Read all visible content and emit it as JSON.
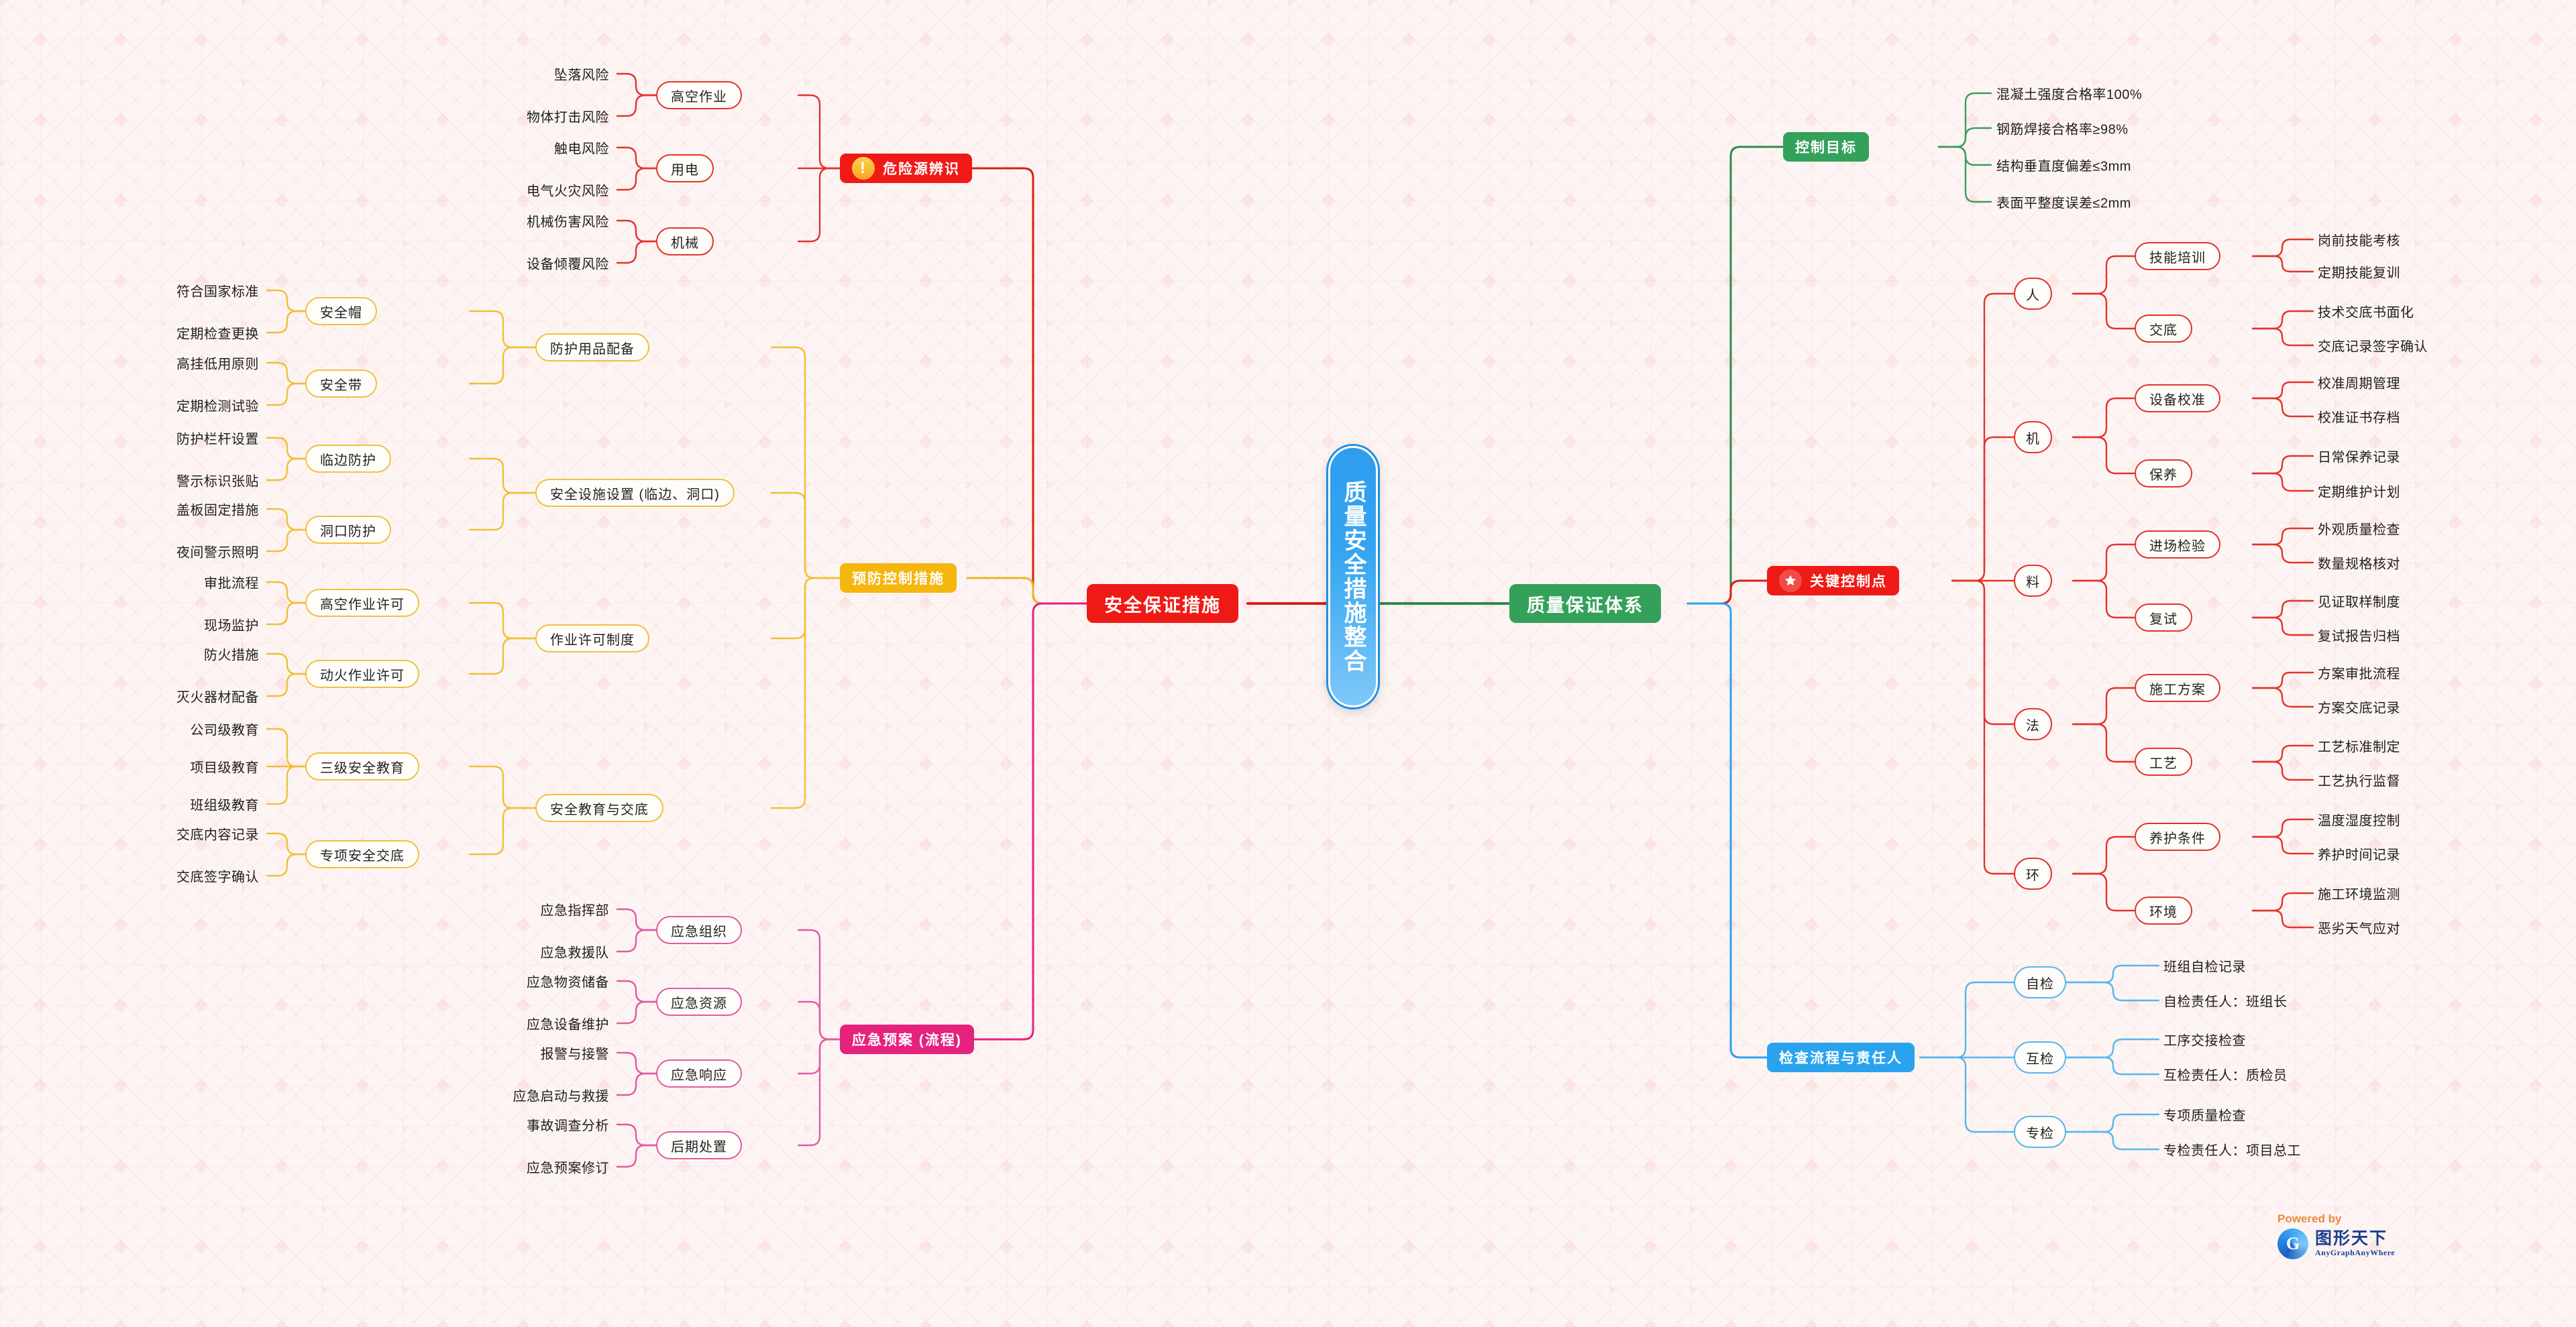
{
  "root": {
    "label": "质量安全措施整合",
    "color": "#34a5f0"
  },
  "branches": {
    "hazard": {
      "label": "危险源辨识",
      "color": "#ef1a16",
      "icon": "warning-icon",
      "groups": [
        {
          "label": "高空作业",
          "leaves": [
            "坠落风险",
            "物体打击风险"
          ]
        },
        {
          "label": "用电",
          "leaves": [
            "触电风险",
            "电气火灾风险"
          ]
        },
        {
          "label": "机械",
          "leaves": [
            "机械伤害风险",
            "设备倾覆风险"
          ]
        }
      ]
    },
    "prevention": {
      "label": "预防控制措施",
      "color": "#f5b60d",
      "groups": [
        {
          "label": "防护用品配备",
          "subs": [
            {
              "label": "安全帽",
              "leaves": [
                "符合国家标准",
                "定期检查更换"
              ]
            },
            {
              "label": "安全带",
              "leaves": [
                "高挂低用原则",
                "定期检测试验"
              ]
            }
          ]
        },
        {
          "label": "安全设施设置 (临边、洞口)",
          "subs": [
            {
              "label": "临边防护",
              "leaves": [
                "防护栏杆设置",
                "警示标识张贴"
              ]
            },
            {
              "label": "洞口防护",
              "leaves": [
                "盖板固定措施",
                "夜间警示照明"
              ]
            }
          ]
        },
        {
          "label": "作业许可制度",
          "subs": [
            {
              "label": "高空作业许可",
              "leaves": [
                "审批流程",
                "现场监护"
              ]
            },
            {
              "label": "动火作业许可",
              "leaves": [
                "防火措施",
                "灭火器材配备"
              ]
            }
          ]
        },
        {
          "label": "安全教育与交底",
          "subs": [
            {
              "label": "三级安全教育",
              "leaves": [
                "公司级教育",
                "项目级教育",
                "班组级教育"
              ]
            },
            {
              "label": "专项安全交底",
              "leaves": [
                "交底内容记录",
                "交底签字确认"
              ]
            }
          ]
        }
      ]
    },
    "emergency": {
      "label": "应急预案 (流程)",
      "color": "#e5227d",
      "groups": [
        {
          "label": "应急组织",
          "leaves": [
            "应急指挥部",
            "应急救援队"
          ]
        },
        {
          "label": "应急资源",
          "leaves": [
            "应急物资储备",
            "应急设备维护"
          ]
        },
        {
          "label": "应急响应",
          "leaves": [
            "报警与接警",
            "应急启动与救援"
          ]
        },
        {
          "label": "后期处置",
          "leaves": [
            "事故调查分析",
            "应急预案修订"
          ]
        }
      ]
    },
    "safety_hub": {
      "label": "安全保证措施",
      "color": "#ef1a16"
    },
    "quality_hub": {
      "label": "质量保证体系",
      "color": "#34a15a"
    },
    "control_goals": {
      "label": "控制目标",
      "color": "#34a15a",
      "leaves": [
        "混凝土强度合格率100%",
        "钢筋焊接合格率≥98%",
        "结构垂直度偏差≤3mm",
        "表面平整度误差≤2mm"
      ]
    },
    "key_points": {
      "label": "关键控制点",
      "color": "#ef1a16",
      "icon": "star-icon",
      "groups": [
        {
          "label": "人",
          "subs": [
            {
              "label": "技能培训",
              "leaves": [
                "岗前技能考核",
                "定期技能复训"
              ]
            },
            {
              "label": "交底",
              "leaves": [
                "技术交底书面化",
                "交底记录签字确认"
              ]
            }
          ]
        },
        {
          "label": "机",
          "subs": [
            {
              "label": "设备校准",
              "leaves": [
                "校准周期管理",
                "校准证书存档"
              ]
            },
            {
              "label": "保养",
              "leaves": [
                "日常保养记录",
                "定期维护计划"
              ]
            }
          ]
        },
        {
          "label": "料",
          "subs": [
            {
              "label": "进场检验",
              "leaves": [
                "外观质量检查",
                "数量规格核对"
              ]
            },
            {
              "label": "复试",
              "leaves": [
                "见证取样制度",
                "复试报告归档"
              ]
            }
          ]
        },
        {
          "label": "法",
          "subs": [
            {
              "label": "施工方案",
              "leaves": [
                "方案审批流程",
                "方案交底记录"
              ]
            },
            {
              "label": "工艺",
              "leaves": [
                "工艺标准制定",
                "工艺执行监督"
              ]
            }
          ]
        },
        {
          "label": "环",
          "subs": [
            {
              "label": "养护条件",
              "leaves": [
                "温度湿度控制",
                "养护时间记录"
              ]
            },
            {
              "label": "环境",
              "leaves": [
                "施工环境监测",
                "恶劣天气应对"
              ]
            }
          ]
        }
      ]
    },
    "inspection": {
      "label": "检查流程与责任人",
      "color": "#2aa3ef",
      "groups": [
        {
          "label": "自检",
          "leaves": [
            "班组自检记录",
            "自检责任人：班组长"
          ]
        },
        {
          "label": "互检",
          "leaves": [
            "工序交接检查",
            "互检责任人：质检员"
          ]
        },
        {
          "label": "专检",
          "leaves": [
            "专项质量检查",
            "专检责任人：项目总工"
          ]
        }
      ]
    }
  },
  "watermark": {
    "powered_by": "Powered by",
    "brand_cn": "图形天下",
    "brand_en": "AnyGraphAnyWhere"
  }
}
